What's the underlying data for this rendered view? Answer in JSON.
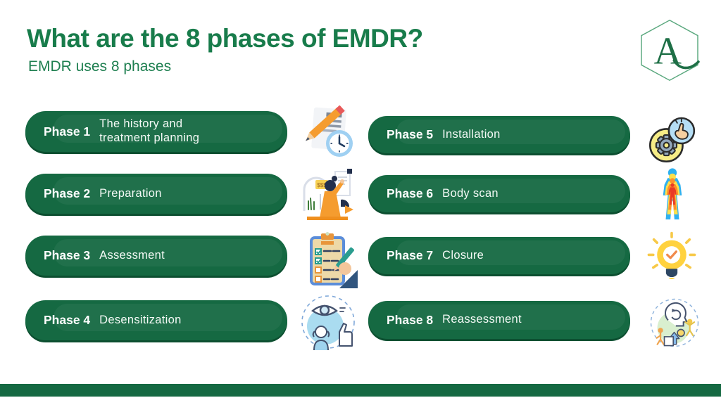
{
  "header": {
    "title": "What are the 8 phases of EMDR?",
    "subtitle": "EMDR uses 8 phases"
  },
  "logo": {
    "letter": "A"
  },
  "phases": [
    {
      "label": "Phase 1",
      "text": "The history and treatment planning",
      "icon": "document-pencil-clock-icon"
    },
    {
      "label": "Phase 2",
      "text": "Preparation",
      "icon": "counselor-whiteboard-icon"
    },
    {
      "label": "Phase 3",
      "text": "Assessment",
      "icon": "checklist-clipboard-icon"
    },
    {
      "label": "Phase 4",
      "text": "Desensitization",
      "icon": "eye-movement-icon"
    },
    {
      "label": "Phase 5",
      "text": "Installation",
      "icon": "gear-click-icon"
    },
    {
      "label": "Phase 6",
      "text": "Body scan",
      "icon": "thermal-body-icon"
    },
    {
      "label": "Phase 7",
      "text": "Closure",
      "icon": "lightbulb-check-icon"
    },
    {
      "label": "Phase 8",
      "text": "Reassessment",
      "icon": "mind-progress-icon"
    }
  ],
  "colors": {
    "pill_green": "#156942",
    "pill_shadow": "#0c4f30",
    "title_green": "#187c4b",
    "logo_green": "#2e7d54",
    "background": "#ffffff",
    "icon_orange": "#f59c2f",
    "icon_blue": "#9fd0f2",
    "icon_yellow": "#f6d545",
    "icon_navy": "#2d4663"
  }
}
